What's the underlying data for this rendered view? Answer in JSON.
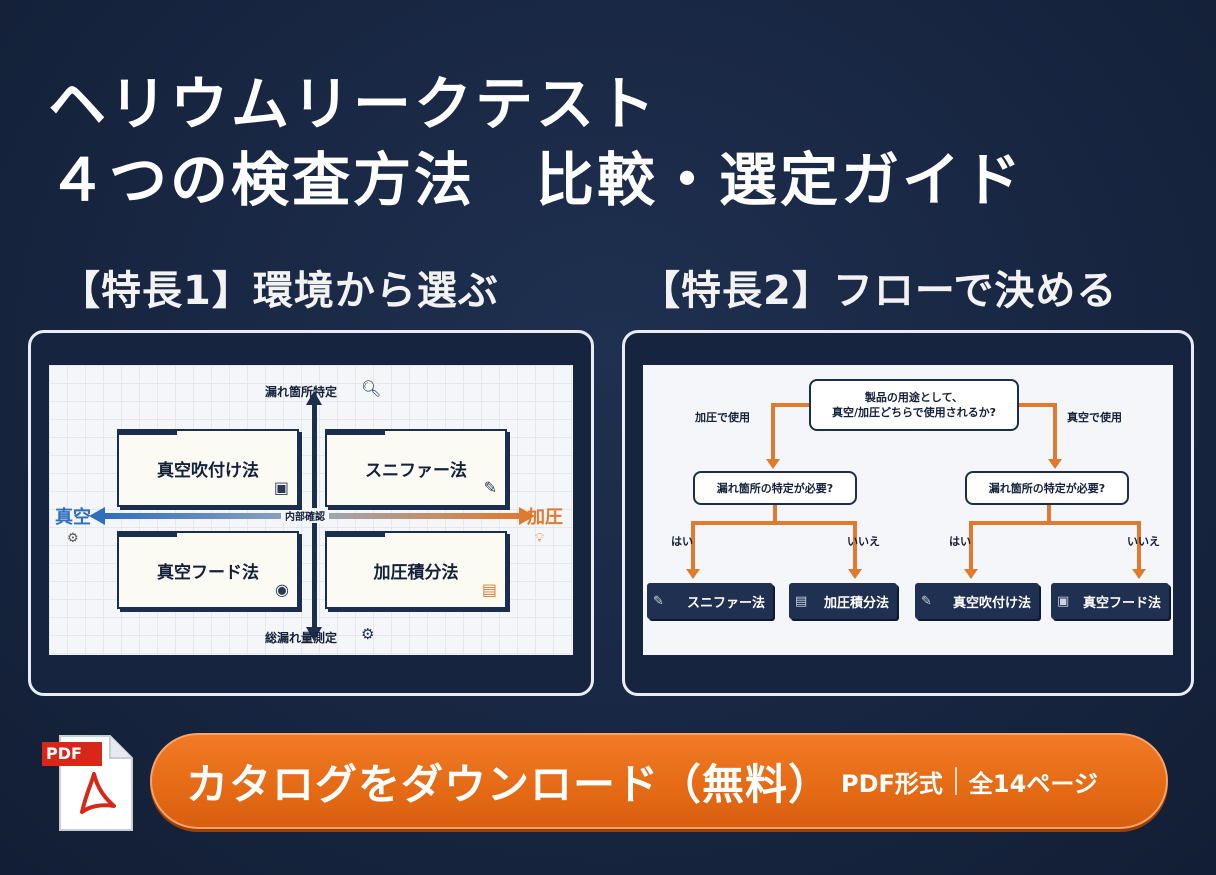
{
  "header": {
    "title_line1": "ヘリウムリークテスト",
    "title_line2": "４つの検査方法　比較・選定ガイド"
  },
  "feature1": {
    "title": "【特長1】環境から選ぶ",
    "axis_top": "漏れ箇所特定",
    "axis_bottom": "総漏れ量測定",
    "axis_mid": "内部確認",
    "left_label": "真空",
    "right_label": "加圧",
    "cards": [
      "真空吹付け法",
      "スニファー法",
      "真空フード法",
      "加圧積分法"
    ]
  },
  "feature2": {
    "title": "【特長2】フローで決める",
    "question_top": "製品の用途として、\n真空/加圧どちらで使用されるか?",
    "branch_left": "加圧で使用",
    "branch_right": "真空で使用",
    "question_left": "漏れ箇所の特定が必要?",
    "question_right": "漏れ箇所の特定が必要?",
    "yes": "はい",
    "no": "いいえ",
    "results": [
      "スニファー法",
      "加圧積分法",
      "真空吹付け法",
      "真空フード法"
    ]
  },
  "cta": {
    "pdf_badge": "PDF",
    "main": "カタログをダウンロード（無料）",
    "format": "PDF形式",
    "pages": "全14ページ"
  },
  "colors": {
    "background": "#182640",
    "accent_orange": "#e46a15",
    "vacuum_blue": "#2f6fbf",
    "pressure_orange": "#e07a2e",
    "navy": "#1c2e4e"
  }
}
